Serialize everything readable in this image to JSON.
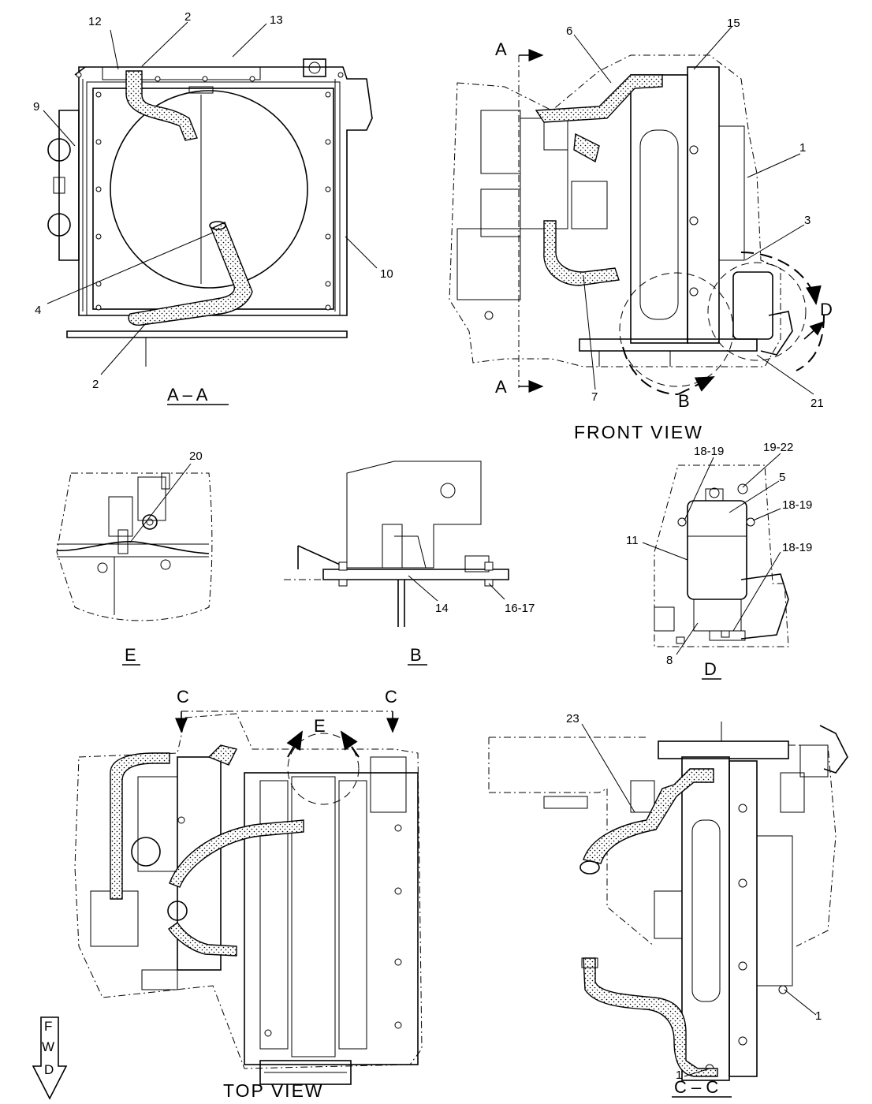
{
  "views": {
    "aa": {
      "title": "A – A"
    },
    "front": {
      "title": "FRONT  VIEW"
    },
    "e": {
      "title": "E"
    },
    "b": {
      "title": "B"
    },
    "d": {
      "title": "D"
    },
    "top": {
      "title": "TOP  VIEW"
    },
    "cc": {
      "title": "C – C"
    }
  },
  "section_marks": {
    "a": "A",
    "b": "B",
    "c": "C",
    "d": "D",
    "e": "E"
  },
  "fwd": {
    "f": "F",
    "w": "W",
    "d": "D"
  },
  "callouts": {
    "c1": "1",
    "c2": "2",
    "c3": "3",
    "c4": "4",
    "c5": "5",
    "c6": "6",
    "c7": "7",
    "c8": "8",
    "c9": "9",
    "c10": "10",
    "c11": "11",
    "c12": "12",
    "c13": "13",
    "c14": "14",
    "c15": "15",
    "c16_17": "16-17",
    "c18_19": "18-19",
    "c19_22": "19-22",
    "c20": "20",
    "c21": "21",
    "c23": "23"
  }
}
